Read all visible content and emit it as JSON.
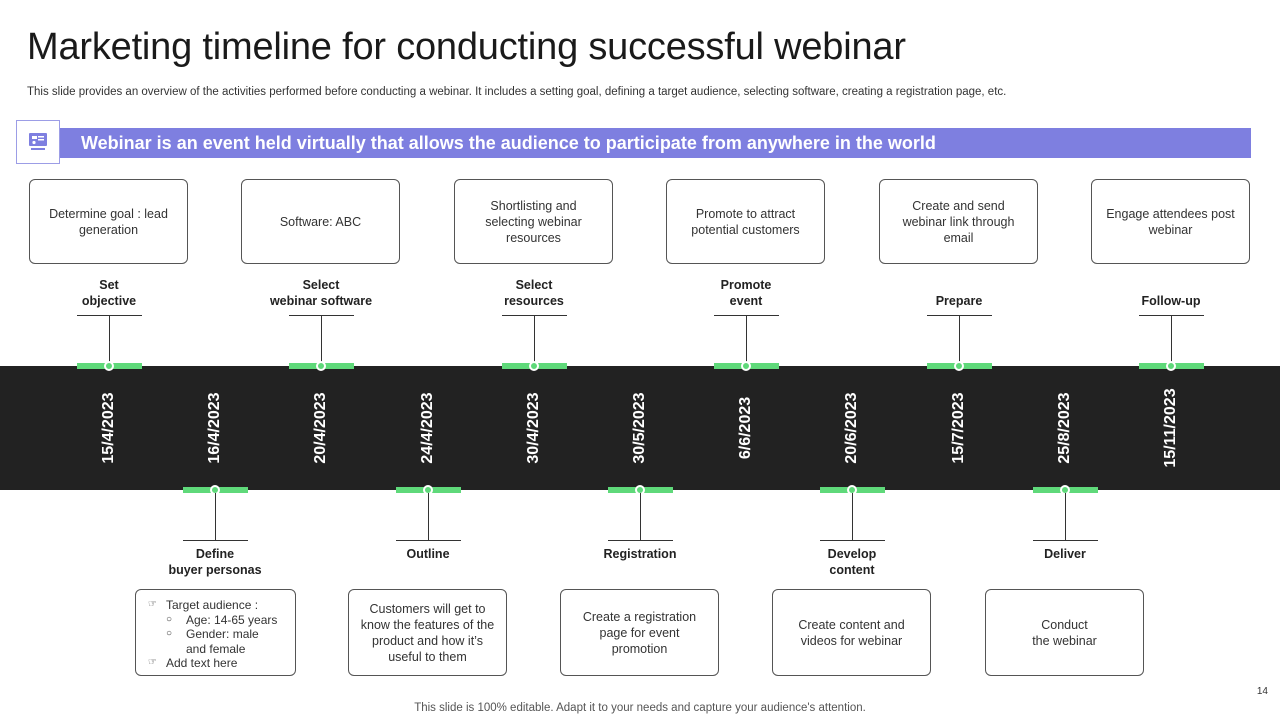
{
  "title": "Marketing timeline for conducting successful webinar",
  "subtitle": "This slide provides an overview of the activities performed before conducting a webinar. It includes a setting goal, defining a target audience, selecting software, creating a registration page, etc.",
  "banner": {
    "text": "Webinar is an event held virtually that allows the audience to participate from anywhere in the world",
    "icon": "webinar-icon"
  },
  "top_milestones": [
    {
      "date": "15/4/2023",
      "label": "Set\nobjective",
      "box": "Determine goal : lead generation"
    },
    {
      "date": "20/4/2023",
      "label": "Select\nwebinar software",
      "box": "Software:  ABC"
    },
    {
      "date": "30/4/2023",
      "label": "Select\nresources",
      "box": "Shortlisting and selecting webinar resources"
    },
    {
      "date": "6/6/2023",
      "label": "Promote\nevent",
      "box": "Promote to attract potential customers"
    },
    {
      "date": "15/7/2023",
      "label": "Prepare",
      "box": "Create and send webinar link through email"
    },
    {
      "date": "15/11/2023",
      "label": "Follow-up",
      "box": "Engage attendees post webinar"
    }
  ],
  "bottom_milestones": [
    {
      "date": "16/4/2023",
      "label": "Define\nbuyer personas",
      "box": ""
    },
    {
      "date": "24/4/2023",
      "label": "Outline",
      "box": "Customers will get to know the features of the product and how it’s useful to them"
    },
    {
      "date": "30/5/2023",
      "label": "Registration",
      "box": "Create a registration page for event promotion"
    },
    {
      "date": "20/6/2023",
      "label": "Develop\ncontent",
      "box": "Create content and videos for webinar"
    },
    {
      "date": "25/8/2023",
      "label": "Deliver",
      "box": "Conduct\nthe webinar"
    }
  ],
  "personas_box": {
    "items": [
      {
        "text": "Target audience :",
        "bullet": "☞",
        "level": 1
      },
      {
        "text": "Age: 14-65 years",
        "bullet": "○",
        "level": 2
      },
      {
        "text": "Gender: male",
        "bullet": "○",
        "level": 2
      },
      {
        "text": "and female",
        "bullet": "",
        "level": 2
      },
      {
        "text": "Add text here",
        "bullet": "☞",
        "level": 1
      }
    ]
  },
  "footer": "This slide is 100% editable. Adapt it to your needs and capture your audience's attention.",
  "page_number": "14",
  "colors": {
    "banner": "#7e7fe0",
    "band": "#222222",
    "marker": "#5fd97a"
  }
}
